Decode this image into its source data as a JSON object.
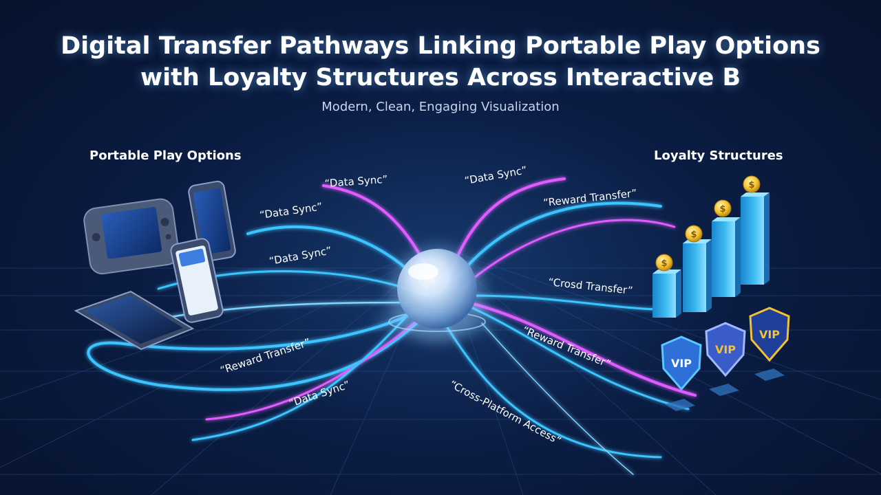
{
  "title_line1": "Digital Transfer Pathways Linking Portable Play Options",
  "title_line2": "with Loyalty Structures Across Interactive B",
  "subtitle": "Modern, Clean, Engaging Visualization",
  "left_section_title": "Portable Play Options",
  "right_section_title": "Loyalty Structures",
  "pathway_labels": [
    "“Data Sync”",
    "“Data Sync”",
    "“Data Sync”",
    "“Data Sync”",
    "“Reward Transfer”",
    "“Crosd Transfer”",
    "“Reward Transfer”",
    "“Reward Transfer”",
    "“Data Sync”",
    "“Cross-Platform Access”"
  ],
  "vip_badge_text": "VIP",
  "colors": {
    "cyan_stream": "#3cc4ff",
    "magenta_stream": "#e05cff",
    "gold": "#f2c230",
    "bar_blue": "#29a8ea"
  },
  "devices": [
    {
      "icon": "handheld-console-icon"
    },
    {
      "icon": "smartphone-icon"
    },
    {
      "icon": "smartphone-icon"
    },
    {
      "icon": "tablet-icon"
    }
  ]
}
